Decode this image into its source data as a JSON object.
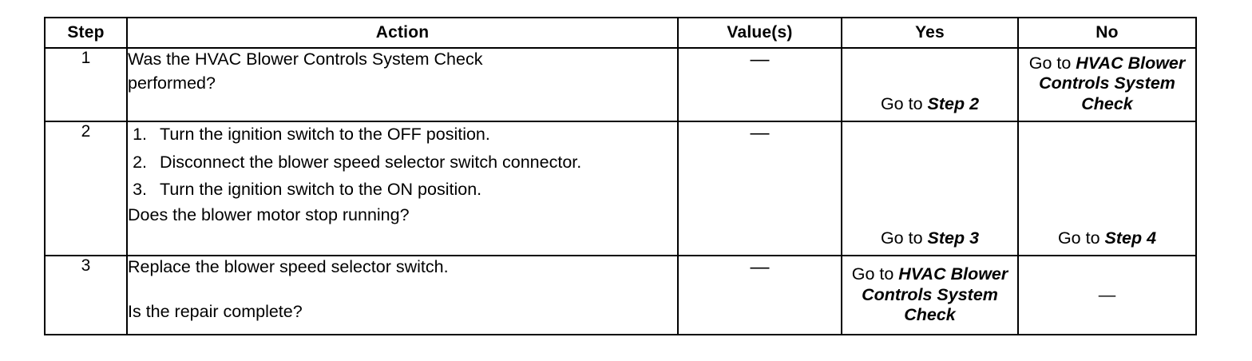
{
  "table": {
    "headers": [
      "Step",
      "Action",
      "Value(s)",
      "Yes",
      "No"
    ],
    "rows": [
      {
        "step": "1",
        "action_lines": [
          "Was the HVAC Blower Controls System Check",
          "performed?"
        ],
        "value": "—",
        "yes_prefix": "Go to ",
        "yes_italic": "Step 2",
        "no_prefix": "Go to ",
        "no_italic": "HVAC Blower Controls System Check"
      },
      {
        "step": "2",
        "substeps": [
          "Turn the ignition switch to the OFF position.",
          "Disconnect the blower speed selector switch connector.",
          "Turn the ignition switch to the ON position."
        ],
        "question": "Does the blower motor stop running?",
        "value": "—",
        "yes_prefix": "Go to ",
        "yes_italic": "Step 3",
        "no_prefix": "Go to ",
        "no_italic": "Step 4"
      },
      {
        "step": "3",
        "action_lines": [
          "Replace the blower speed selector switch."
        ],
        "question": "Is the repair complete?",
        "value": "—",
        "yes_prefix": "Go to ",
        "yes_italic": "HVAC Blower Controls System Check",
        "no_prefix": "",
        "no_italic": "",
        "no_plain": "—"
      }
    ]
  }
}
